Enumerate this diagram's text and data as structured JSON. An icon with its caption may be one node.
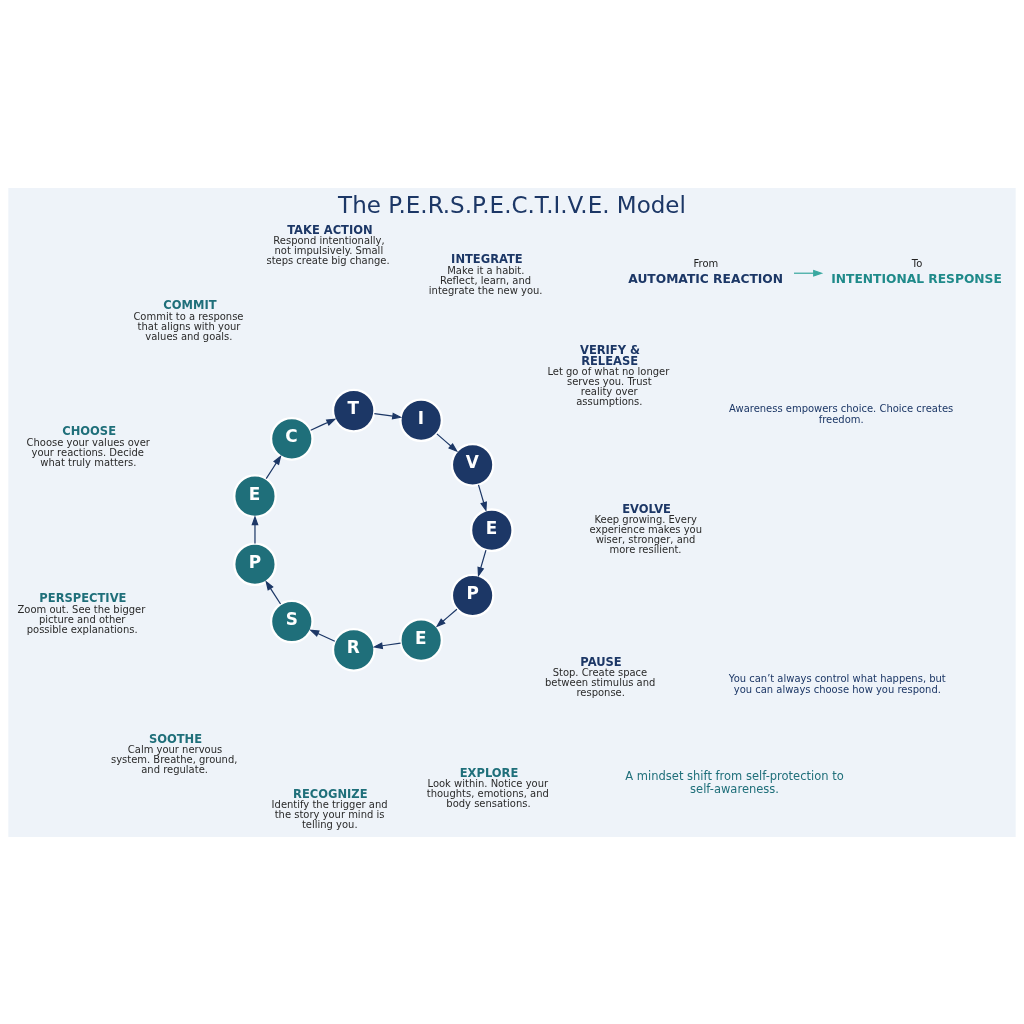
{
  "diagram": {
    "title": "The P.E.R.S.P.E.C.T.I.V.E. Model",
    "nodes": [
      {
        "text": [
          "P"
        ],
        "beside": [
          "PAUSE",
          "Stop. Create space between stimulus and response."
        ]
      },
      {
        "text": [
          "E"
        ],
        "beside": [
          "EXPLORE",
          "Look within. Notice your thoughts, emotions, and body sensations."
        ]
      },
      {
        "text": [
          "R"
        ],
        "beside": [
          "RECOGNIZE",
          "Identify the trigger and the story your mind is telling you."
        ]
      },
      {
        "text": [
          "S"
        ],
        "beside": [
          "SOOTHE",
          "Calm your nervous system. Breathe, ground, and regulate."
        ]
      },
      {
        "text": [
          "P"
        ],
        "beside": [
          "PERSPECTIVE",
          "Zoom out. See the bigger picture and other possible explanations."
        ]
      },
      {
        "text": [
          "E"
        ],
        "beside": [
          "CHOOSE",
          "Choose your values over your reactions. Decide what truly matters."
        ]
      },
      {
        "text": [
          "C"
        ],
        "beside": [
          "COMMIT",
          "Commit to a response that aligns with your values and goals."
        ]
      },
      {
        "text": [
          "T"
        ],
        "beside": [
          "TAKE ACTION",
          "Respond intentionally, not impulsively. Small steps create big change."
        ]
      },
      {
        "text": [
          "I"
        ],
        "beside": [
          "INTEGRATE",
          "Make it a habit. Reflect, learn, and integrate the new you."
        ]
      },
      {
        "text": [
          "V"
        ],
        "beside": [
          "VERIFY & RELEASE",
          "Let go of what no longer serves you. Trust reality over assumptions."
        ]
      },
      {
        "text": [
          "E"
        ],
        "beside": [
          "EVOLVE",
          "Keep growing. Every experience makes you wiser, stronger, and more resilient."
        ]
      },
      {
        "text": [
          "From",
          "AUTOMATIC REACTION"
        ]
      },
      {
        "text": [
          "To",
          "INTENTIONAL RESPONSE"
        ]
      }
    ],
    "edges": [
      {
        "from": 0,
        "to": 1,
        "arrow": "to"
      },
      {
        "from": 1,
        "to": 2,
        "arrow": "to"
      },
      {
        "from": 2,
        "to": 3,
        "arrow": "to"
      },
      {
        "from": 3,
        "to": 4,
        "arrow": "to"
      },
      {
        "from": 4,
        "to": 5,
        "arrow": "to"
      },
      {
        "from": 5,
        "to": 6,
        "arrow": "to"
      },
      {
        "from": 6,
        "to": 7,
        "arrow": "to"
      },
      {
        "from": 7,
        "to": 8,
        "arrow": "to"
      },
      {
        "from": 8,
        "to": 9,
        "arrow": "to"
      },
      {
        "from": 9,
        "to": 10,
        "arrow": "to"
      },
      {
        "from": 10,
        "to": 0,
        "arrow": "to"
      },
      {
        "from": 11,
        "to": 12,
        "arrow": "to",
        "color": "#3aa8a0"
      }
    ],
    "labels": [
      "A mindset shift from self-protection to self-awareness.",
      "You can’t always control what happens, but you can always choose how you respond.",
      "Awareness empowers choice. Choice creates freedom."
    ]
  }
}
